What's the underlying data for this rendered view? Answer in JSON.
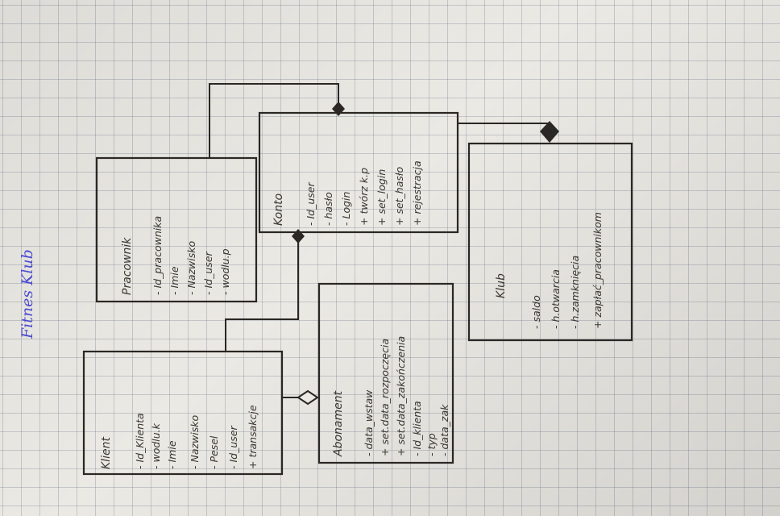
{
  "title": "Fitnes Klub",
  "classes": {
    "pracownik": {
      "name": "Pracownik",
      "members": [
        "- Id_pracownika",
        "- Imie",
        "- Nazwisko",
        "- Id_user",
        "- wodlu.p"
      ]
    },
    "konto": {
      "name": "Konto",
      "members": [
        "- Id_user",
        "- hasło",
        "- Login",
        "+ twórz k.p",
        "+ set_login",
        "+ set_hasło",
        "+ rejestracja"
      ]
    },
    "klub": {
      "name": "Klub",
      "members": [
        "- saldo",
        "- h.otwarcia",
        "- h.zamknięcia",
        "+ zapłać_pracownikom"
      ]
    },
    "klient": {
      "name": "Klient",
      "members": [
        "- Id_Klienta",
        "- wodlu.k",
        "- Imie",
        "- Nazwisko",
        "- Pesel",
        "- Id_user",
        "+ transakcje"
      ]
    },
    "abonament": {
      "name": "Abonament",
      "members": [
        "- data_wstaw",
        "+ set.data_rozpoczęcia",
        "+ set.data_zakończenia",
        "- Id_klienta",
        "- typ",
        "- data_zak"
      ]
    }
  }
}
